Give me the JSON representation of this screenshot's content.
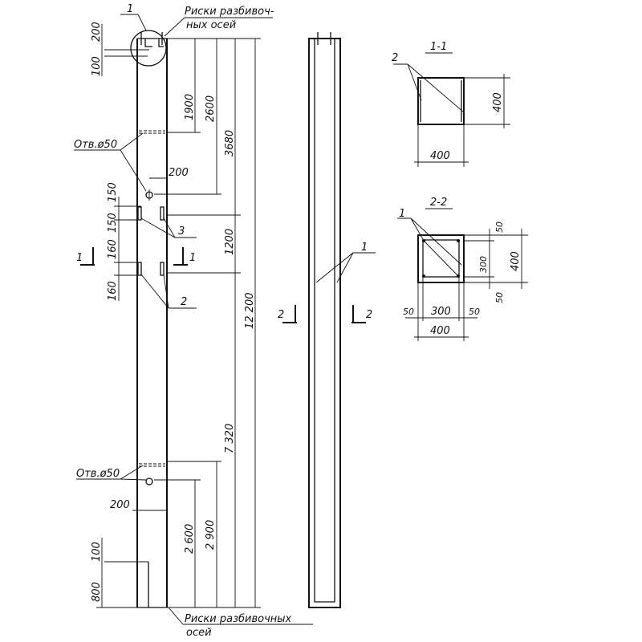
{
  "title_marks_top": "Риски разбивоч-",
  "title_marks_top_2": "ных осей",
  "title_marks_bottom": "Риски разбивочных",
  "title_marks_bottom_2": "осей",
  "hole_label_top": "Отв.ø50",
  "hole_label_bottom": "Отв.ø50",
  "callouts": {
    "c1_top": "1",
    "c3": "3",
    "c2": "2",
    "c1_mid": "1",
    "s11_2": "2",
    "s22_1": "1"
  },
  "section_marks": {
    "a1": "1",
    "b1": "1",
    "a2": "2",
    "b2": "2"
  },
  "dims_left": {
    "d200": "200",
    "d100": "100",
    "d150a": "150",
    "d150b": "150",
    "d160a": "160",
    "d160b": "160",
    "d100b": "100",
    "d800": "800",
    "h200a": "200",
    "h200b": "200"
  },
  "dims_right": {
    "d1900": "1900",
    "d2600": "2600",
    "d3680": "3680",
    "d1200": "1200",
    "d12200": "12 200",
    "d7320": "7 320",
    "d2600b": "2 600",
    "d2900": "2 900"
  },
  "section_1_1": {
    "title": "1-1",
    "width": "400",
    "height": "400"
  },
  "section_2_2": {
    "title": "2-2",
    "r50a": "50",
    "r300": "300",
    "r400": "400",
    "r50b": "50",
    "b50a": "50",
    "b300": "300",
    "b50b": "50",
    "b400": "400"
  }
}
